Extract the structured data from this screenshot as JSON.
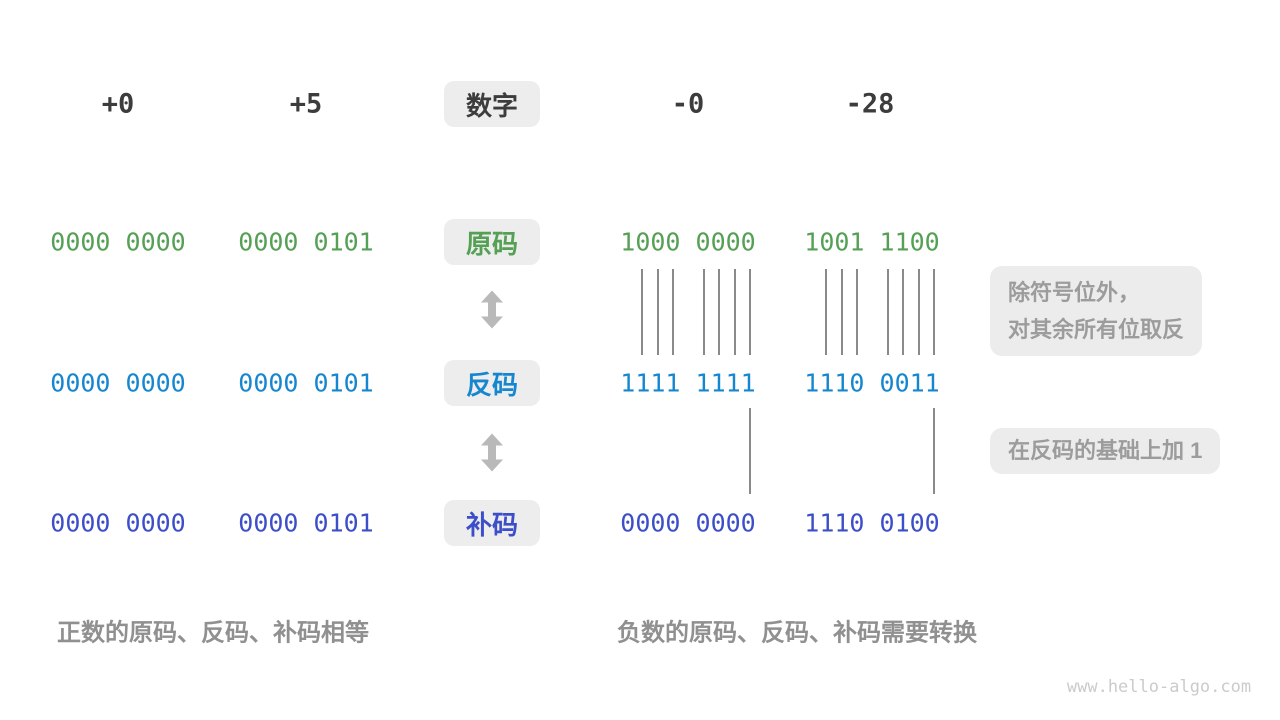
{
  "header": {
    "numbers": [
      "+0",
      "+5",
      "-0",
      "-28"
    ],
    "label": "数字"
  },
  "rows": {
    "sign_magnitude": {
      "label": "原码",
      "color": "#55a055",
      "values": [
        "0000 0000",
        "0000 0101",
        "1000 0000",
        "1001 1100"
      ]
    },
    "ones_complement": {
      "label": "反码",
      "color": "#1687cf",
      "values": [
        "0000 0000",
        "0000 0101",
        "1111 1111",
        "1110 0011"
      ]
    },
    "twos_complement": {
      "label": "补码",
      "color": "#3d4ec9",
      "values": [
        "0000 0000",
        "0000 0101",
        "0000 0000",
        "1110 0100"
      ]
    }
  },
  "annotations": {
    "invert_note_line1": "除符号位外，",
    "invert_note_line2": "对其余所有位取反",
    "add_one_note": "在反码的基础上加 1"
  },
  "captions": {
    "positive": "正数的原码、反码、补码相等",
    "negative": "负数的原码、反码、补码需要转换"
  },
  "watermark": "www.hello-algo.com",
  "colors": {
    "header_text": "#3c3c3c",
    "label_box_bg": "#ededed",
    "note_text": "#9c9c9c",
    "caption_text": "#909090",
    "connector_line": "#8a8a8a",
    "arrow": "#b9b9b9",
    "watermark": "#cbcbcb"
  }
}
